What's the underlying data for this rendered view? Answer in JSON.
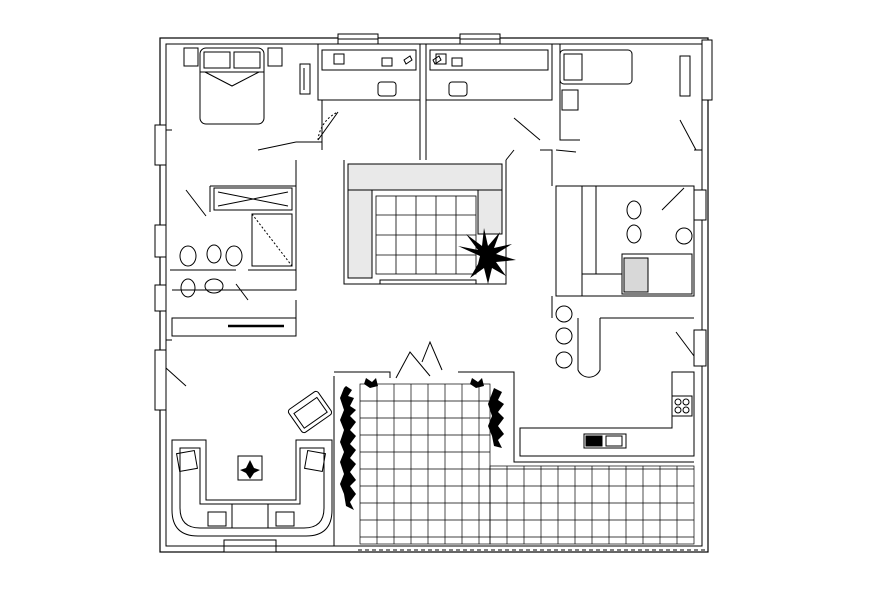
{
  "drawing": {
    "kind": "architectural floor plan",
    "line_color": "#000000",
    "background_color": "#ffffff",
    "planter_color": "#000000"
  },
  "rooms": [
    {
      "name": "master-bedroom",
      "furniture": [
        "double-bed",
        "wardrobe"
      ]
    },
    {
      "name": "study-1",
      "furniture": [
        "desk",
        "chair"
      ]
    },
    {
      "name": "study-2",
      "furniture": [
        "desk",
        "chair"
      ]
    },
    {
      "name": "bedroom-2",
      "furniture": [
        "single-bed",
        "wardrobe"
      ]
    },
    {
      "name": "bathroom-1",
      "furniture": [
        "bathtub",
        "toilet",
        "bidet",
        "washbasin",
        "shower"
      ]
    },
    {
      "name": "bathroom-2",
      "furniture": [
        "toilet",
        "bidet",
        "washbasin",
        "shower"
      ]
    },
    {
      "name": "inner-courtyard",
      "furniture": [
        "tile-grid",
        "planters",
        "palm-plant"
      ]
    },
    {
      "name": "living-room",
      "furniture": [
        "sectional-sofa",
        "coffee-table",
        "armchair"
      ]
    },
    {
      "name": "kitchen",
      "furniture": [
        "counter",
        "stove",
        "sink",
        "bar-stools"
      ]
    },
    {
      "name": "terrace",
      "furniture": [
        "tile-grid",
        "planters"
      ]
    }
  ]
}
